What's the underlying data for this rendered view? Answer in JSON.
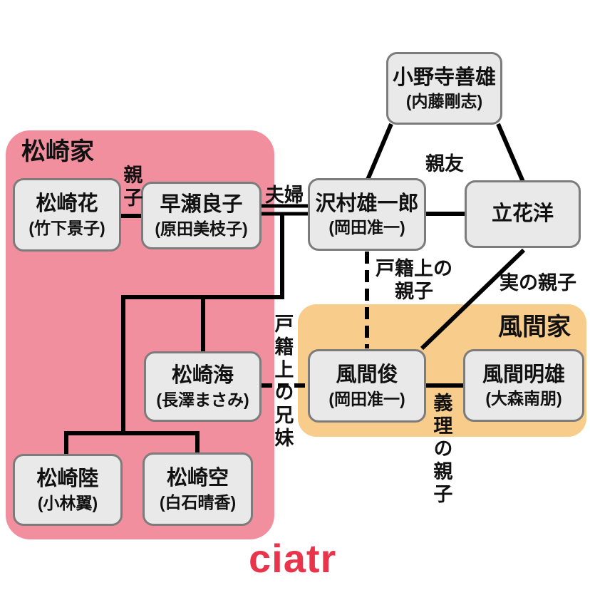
{
  "page": {
    "background": "#ffffff",
    "line_color": "#000000",
    "box_fill": "#e9e9e9",
    "box_border": "#7c7c7c"
  },
  "families": {
    "matsuzaki": {
      "label": "松崎家",
      "color": "#f28f9e"
    },
    "kazama": {
      "label": "風間家",
      "color": "#f8cc8b"
    }
  },
  "people": {
    "onodera": {
      "name": "小野寺善雄",
      "actor": "(内藤剛志)"
    },
    "sawamura": {
      "name": "沢村雄一郎",
      "actor": "(岡田准一)"
    },
    "tachibana": {
      "name": "立花洋"
    },
    "matsuzaki_hana": {
      "name": "松崎花",
      "actor": "(竹下景子)"
    },
    "hayase_ryoko": {
      "name": "早瀬良子",
      "actor": "(原田美枝子)"
    },
    "matsuzaki_umi": {
      "name": "松崎海",
      "actor": "(長澤まさみ)"
    },
    "matsuzaki_riku": {
      "name": "松崎陸",
      "actor": "(小林翼)"
    },
    "matsuzaki_sora": {
      "name": "松崎空",
      "actor": "(白石晴香)"
    },
    "kazama_shun": {
      "name": "風間俊",
      "actor": "(岡田准一)"
    },
    "kazama_akio": {
      "name": "風間明雄",
      "actor": "(大森南朋)"
    }
  },
  "relationship_labels": {
    "best_friends": "親友",
    "parent_child": "親子",
    "married_couple": "夫婦",
    "registered_parent_child_line1": "戸籍上の",
    "registered_parent_child_line2": "親子",
    "biological_parent_child": "実の親子",
    "registered_siblings": "戸籍上の兄妹",
    "in_law_parent_child": "義理の親子"
  },
  "logo": {
    "text": "ciatr",
    "color": "#e8354b"
  }
}
